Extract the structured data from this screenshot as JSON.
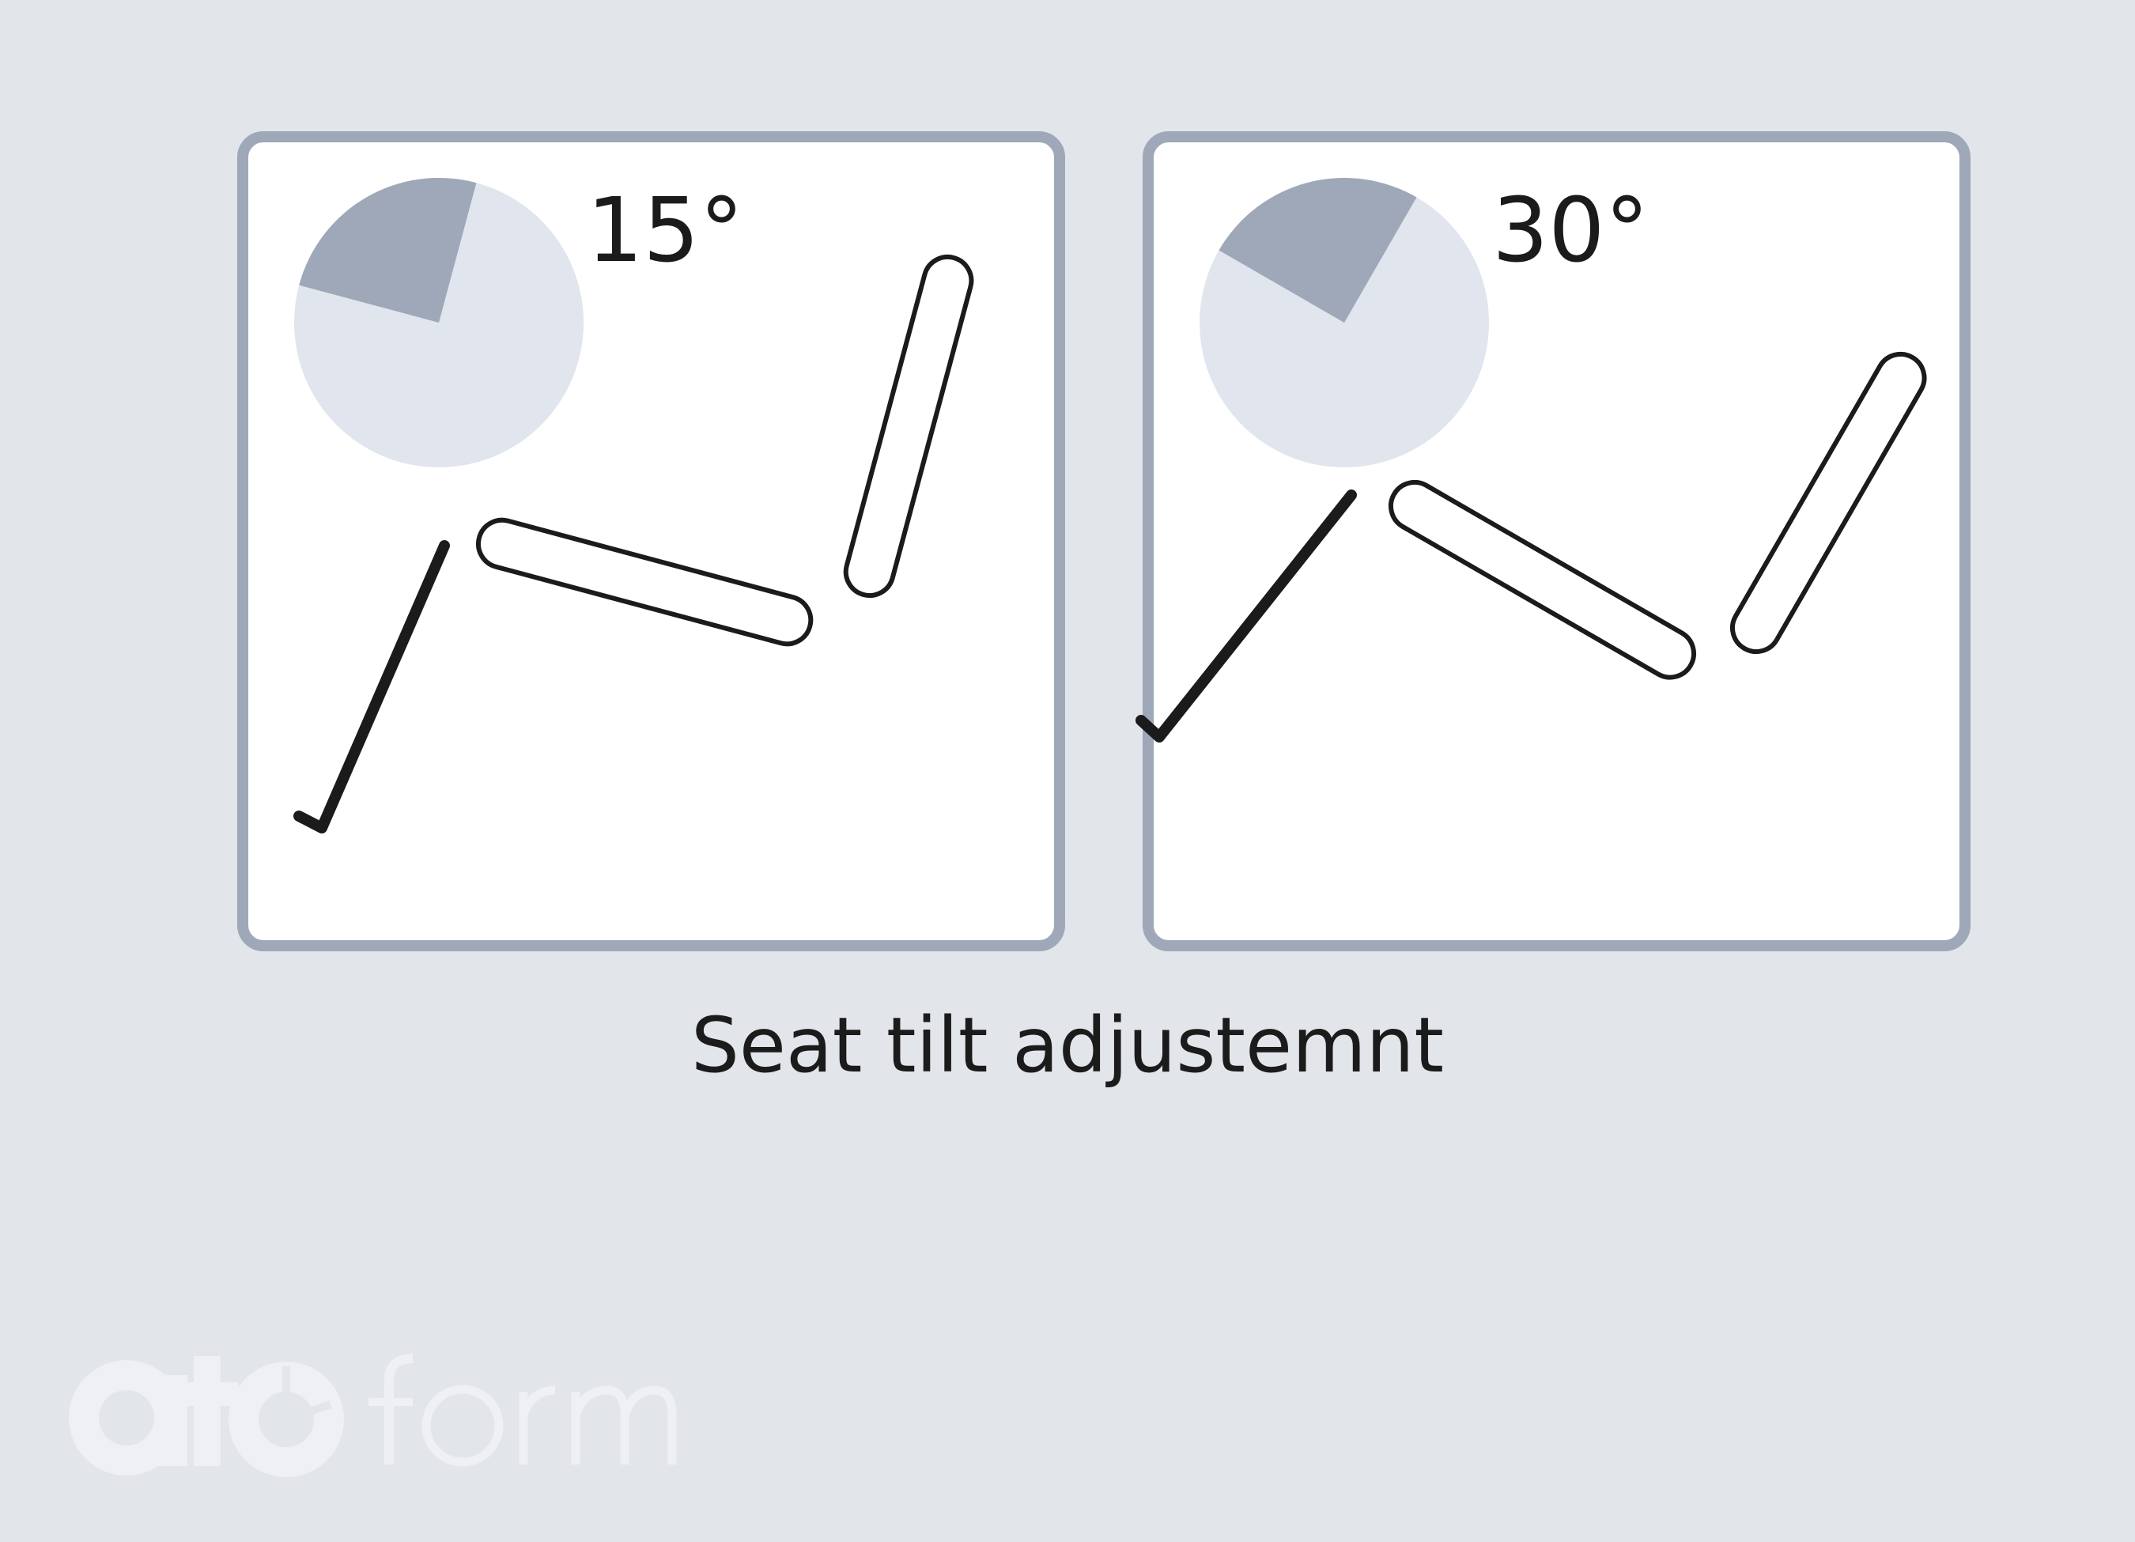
{
  "panels": [
    {
      "angle_label": "15°",
      "tilt_degrees": 15
    },
    {
      "angle_label": "30°",
      "tilt_degrees": 30
    }
  ],
  "caption": "Seat tilt adjustemnt",
  "logo": {
    "text": "ato form"
  },
  "colors": {
    "background": "#e2e5ea",
    "panel_border": "#9ea8b8",
    "panel_fill": "#ffffff",
    "pie_light": "#e1e5ee",
    "pie_dark": "#9ea8b8",
    "stroke": "#1b1b1b",
    "logo": "#eef0f3"
  }
}
